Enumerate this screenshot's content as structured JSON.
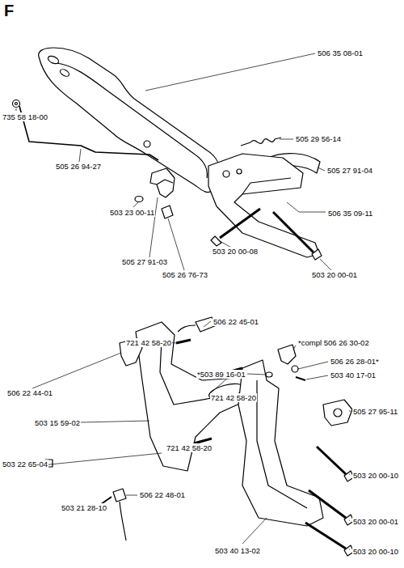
{
  "diagram": {
    "title": "F",
    "labels": [
      "506 35 08-01",
      "735 58 18-00",
      "505 26 94-27",
      "505 29 56-14",
      "505 27 91-04",
      "503 23 00-11",
      "506 35 09-11",
      "505 27 91-03",
      "505 26 76-73",
      "503 20 00-08",
      "503 20 00-01",
      "506 22 45-01",
      "721 42 58-20",
      "*compl 506 26 30-02",
      "506 26 28-01*",
      "*503 89 16-01",
      "503 40 17-01",
      "506 22 44-01",
      "721 42 58-20",
      "503 15 59-02",
      "505 27 95-11",
      "503 22 65-04",
      "721 42 58-20",
      "503 20 00-10",
      "506 22 48-01",
      "503 21 28-10",
      "503 20 00-01",
      "503 40 13-02",
      "503 20 00-10"
    ]
  }
}
